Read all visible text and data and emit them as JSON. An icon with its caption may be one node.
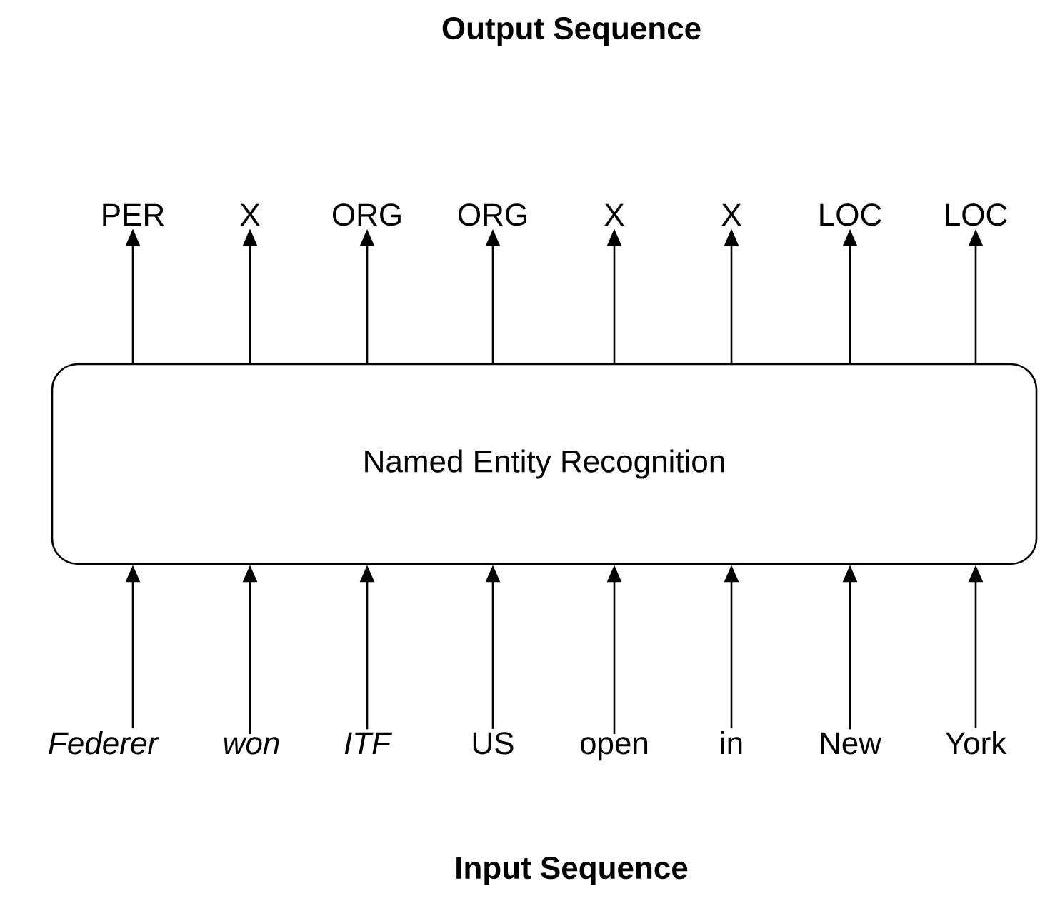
{
  "diagram": {
    "nodes": [
      {
        "text": [
          "PER"
        ]
      },
      {
        "text": [
          "X"
        ]
      },
      {
        "text": [
          "ORG"
        ]
      },
      {
        "text": [
          "ORG"
        ]
      },
      {
        "text": [
          "X"
        ]
      },
      {
        "text": [
          "X"
        ]
      },
      {
        "text": [
          "LOC"
        ]
      },
      {
        "text": [
          "LOC"
        ]
      },
      {
        "text": [
          "Named Entity Recognition"
        ]
      },
      {
        "text": [
          "Federer"
        ]
      },
      {
        "text": [
          "won"
        ]
      },
      {
        "text": [
          "ITF"
        ]
      },
      {
        "text": [
          "US"
        ]
      },
      {
        "text": [
          "open"
        ]
      },
      {
        "text": [
          "in"
        ]
      },
      {
        "text": [
          "New"
        ]
      },
      {
        "text": [
          "York"
        ]
      }
    ],
    "edges": [
      {
        "from": 8,
        "to": 0,
        "arrow": "to"
      },
      {
        "from": 8,
        "to": 1,
        "arrow": "to"
      },
      {
        "from": 8,
        "to": 2,
        "arrow": "to"
      },
      {
        "from": 8,
        "to": 3,
        "arrow": "to"
      },
      {
        "from": 8,
        "to": 4,
        "arrow": "to"
      },
      {
        "from": 8,
        "to": 5,
        "arrow": "to"
      },
      {
        "from": 8,
        "to": 6,
        "arrow": "to"
      },
      {
        "from": 8,
        "to": 7,
        "arrow": "to"
      },
      {
        "from": 9,
        "to": 8,
        "arrow": "to"
      },
      {
        "from": 10,
        "to": 8,
        "arrow": "to"
      },
      {
        "from": 11,
        "to": 8,
        "arrow": "to"
      },
      {
        "from": 12,
        "to": 8,
        "arrow": "to"
      },
      {
        "from": 13,
        "to": 8,
        "arrow": "to"
      },
      {
        "from": 14,
        "to": 8,
        "arrow": "to"
      },
      {
        "from": 15,
        "to": 8,
        "arrow": "to"
      },
      {
        "from": 16,
        "to": 8,
        "arrow": "to"
      }
    ],
    "labels": [
      "Output Sequence",
      "Input Sequence"
    ]
  }
}
